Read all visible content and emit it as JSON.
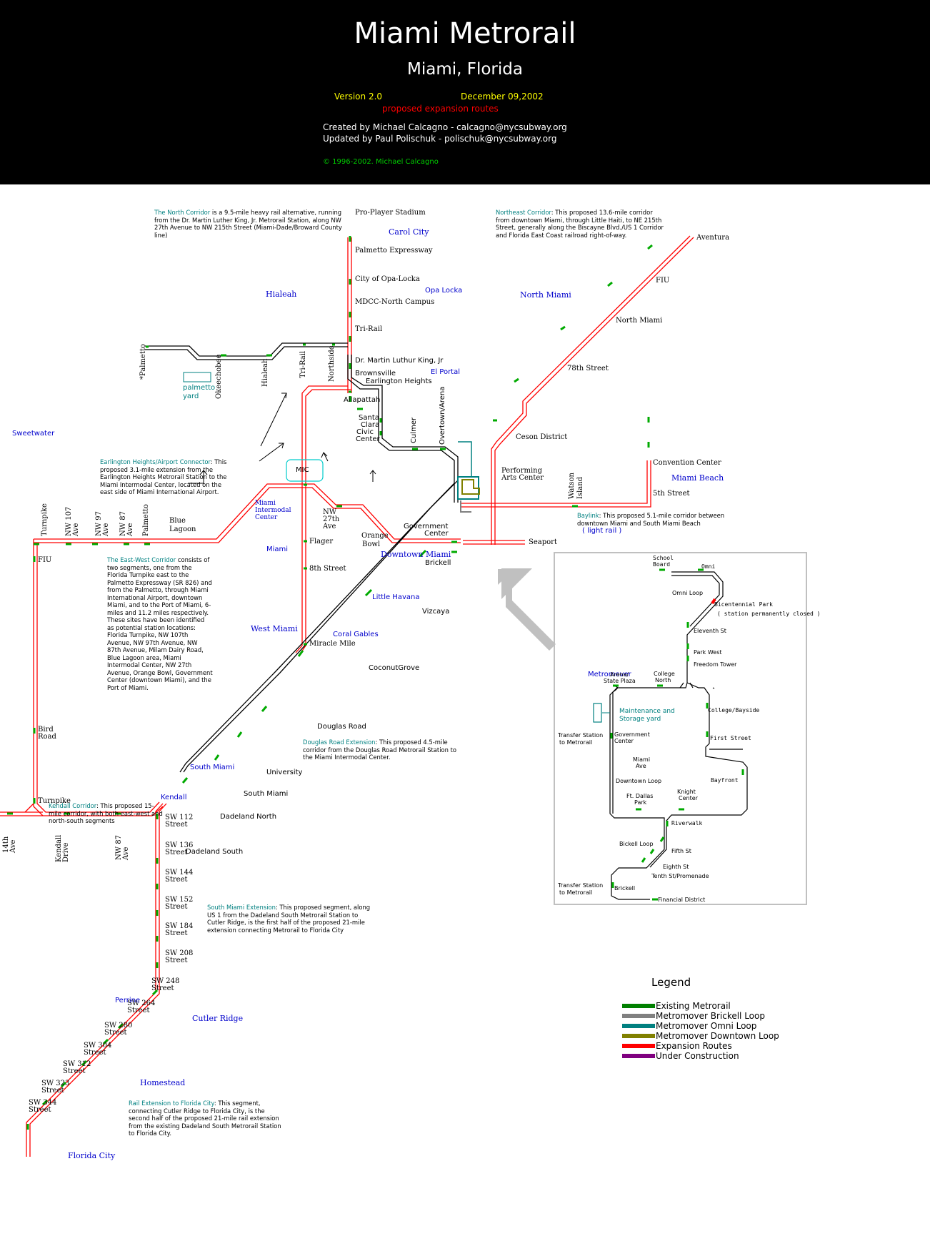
{
  "header": {
    "title": "Miami  Metrorail",
    "subtitle": "Miami, Florida",
    "version": "Version 2.0",
    "date": "December 09,2002",
    "proposed": "proposed expansion routes",
    "created": "Created by Michael Calcagno - calcagno@nycsubway.org",
    "updated": "Updated by Paul Polischuk - polischuk@nycsubway.org",
    "copyright": "© 1996-2002. Michael Calcagno"
  },
  "colors": {
    "existing": "#008000",
    "brickell_loop": "#808080",
    "omni_loop": "#008080",
    "downtown_loop": "#808000",
    "expansion": "#ff0000",
    "under_construction": "#800080",
    "neighborhood": "#0000cc",
    "note_title": "#008080"
  },
  "neighborhoods": [
    "Carol City",
    "Hialeah",
    "Opa Locka",
    "North Miami",
    "El Portal",
    "Sweetwater",
    "Miami",
    "Miami Beach",
    "Downtown Miami",
    "Little Havana",
    "West Miami",
    "Coral Gables",
    "South Miami",
    "Kendall",
    "Perrine",
    "Cutler Ridge",
    "Homestead",
    "Florida City",
    "Metromover"
  ],
  "stations": {
    "north": [
      "Pro-Player Stadium",
      "Palmetto Expressway",
      "City of Opa-Locka",
      "MDCC-North Campus",
      "Tri-Rail",
      "Dr. Martin Luthur King, Jr",
      "Brownsville",
      "Earlington Heights"
    ],
    "main": [
      "Allapattah",
      "Santa",
      "Clara",
      "Civic",
      "Center",
      "Culmer",
      "Overtown/Arena",
      "Government",
      "Center",
      "Brickell",
      "Vizcaya",
      "CoconutGrove",
      "Douglas Road",
      "University",
      "South Miami",
      "Dadeland North",
      "Dadeland South"
    ],
    "northeast": [
      "Aventura",
      "FIU",
      "North Miami",
      "78th Street",
      "Ceson District",
      "Performing",
      "Arts Center"
    ],
    "baylink": [
      "Convention Center",
      "5th Street",
      "Watson",
      "Island",
      "Seaport"
    ],
    "airport": [
      "MIC",
      "Miami",
      "Intermodal",
      "Center",
      "NW",
      "27th",
      "Ave",
      "Orange",
      "Bowl",
      "Flager",
      "8th Street",
      "Miracle Mile"
    ],
    "palmetto_branch": [
      "*Palmetto",
      "Okeechobee",
      "Hialeah",
      "Tri-Rail",
      "Northside",
      "palmetto",
      "yard"
    ],
    "east_west": [
      "Turnpike",
      "NW 107",
      "Ave",
      "NW 97",
      "Ave",
      "NW 87",
      "Ave",
      "Palmetto",
      "Blue",
      "Lagoon",
      "FIU",
      "Bird",
      "Road",
      "Turnpike"
    ],
    "kendall": [
      "14th",
      "Ave",
      "Kendall",
      "Drive",
      "NW 87",
      "Ave"
    ],
    "south": [
      "SW 112",
      "Street",
      "SW 136",
      "Street",
      "SW 144",
      "Street",
      "SW 152",
      "Street",
      "SW 184",
      "Street",
      "SW 208",
      "Street",
      "SW 248",
      "Street",
      "SW 264",
      "Street",
      "SW 280",
      "Street",
      "SW 304",
      "Street",
      "SW 312",
      "Street",
      "SW 323",
      "Street",
      "SW 344",
      "Street"
    ]
  },
  "notes": {
    "north_title": "The North Corridor",
    "north_text": " is a 9.5-mile heavy rail alternative, running from the Dr. Martin Luther King, Jr. Metrorail Station, along NW 27th Avenue to NW 215th Street (Miami-Dade/Broward County line)",
    "ne_title": "Northeast Corridor",
    "ne_text": ": This proposed 13.6-mile corridor from downtown Miami, through Little Haiti, to NE 215th Street, generally along the Biscayne Blvd./US 1 Corridor and Florida East Coast railroad right-of-way.",
    "earl_title": "Earlington Heights/Airport Connector",
    "earl_text": ": This proposed 3.1-mile extension from the Earlington Heights Metrorail Station to the Miami Intermodal Center, located on the east side of Miami International Airport.",
    "baylink_title": "Baylink",
    "baylink_text": ": This proposed 5.1-mile corridor between downtown Miami and South Miami Beach",
    "baylink_sub": "( light rail )",
    "ew_title": "The East-West Corridor",
    "ew_text": " consists of two segments, one from the Florida Turnpike east to the Palmetto Expressway (SR 826) and from the Palmetto, through Miami International Airport, downtown Miami, and to the Port of Miami, 6-miles and 11.2 miles respectively. These sites have been identified as potential station locations: Florida Turnpike, NW 107th Avenue, NW 97th Avenue, NW 87th Avenue, Milam Dairy Road, Blue Lagoon area, Miami Intermodal Center, NW 27th Avenue, Orange Bowl, Government Center (downtown Miami), and the Port of Miami.",
    "douglas_title": "Douglas Road Extension",
    "douglas_text": ": This proposed 4.5-mile corridor from the Douglas Road Metrorail Station to the Miami Intermodal Center.",
    "kendall_title": "Kendall Corridor",
    "kendall_text": ": This proposed 15-mile corridor, with both east-west and north-south segments",
    "south_title": "South Miami Extension",
    "south_text": ": This proposed segment, along US 1 from the Dadeland South Metrorail Station to Cutler Ridge, is the first half of the proposed 21-mile extension connecting Metrorail to Florida City",
    "fc_title": "Rail Extension to Florida City",
    "fc_text": ": This segment, connecting Cutler Ridge to Florida City, is the second half of the proposed 21-mile rail extension from the existing Dadeland South Metrorail Station to Florida City."
  },
  "metromover": {
    "title": "Metromover",
    "stations": [
      "School",
      "Board",
      "Omni",
      "Omni Loop",
      "Bicentennial Park",
      "( station permanently closed )",
      "Eleventh St",
      "Park West",
      "Freedom Tower",
      "Arena/",
      "State Plaza",
      "College",
      "North",
      "College/Bayside",
      "Maintenance and",
      "Storage yard",
      "Transfer Station",
      "to Metrorail",
      "Government",
      "Center",
      "First Street",
      "Miami",
      "Ave",
      "Downtown Loop",
      "Bayfront",
      "Ft. Dallas",
      "Park",
      "Knight",
      "Center",
      "Riverwalk",
      "Bickell Loop",
      "Fifth St",
      "Eighth St",
      "Tenth St/Promenade",
      "Transfer Station",
      "to Metrorail",
      "Brickell",
      "Financial District"
    ]
  },
  "legend": {
    "title": "Legend",
    "items": [
      {
        "label": "Existing Metrorail",
        "color": "#008000"
      },
      {
        "label": "Metromover Brickell Loop",
        "color": "#808080"
      },
      {
        "label": "Metromover Omni Loop",
        "color": "#008080"
      },
      {
        "label": "Metromover Downtown Loop",
        "color": "#808000"
      },
      {
        "label": "Expansion Routes",
        "color": "#ff0000"
      },
      {
        "label": "Under Construction",
        "color": "#800080"
      }
    ]
  }
}
